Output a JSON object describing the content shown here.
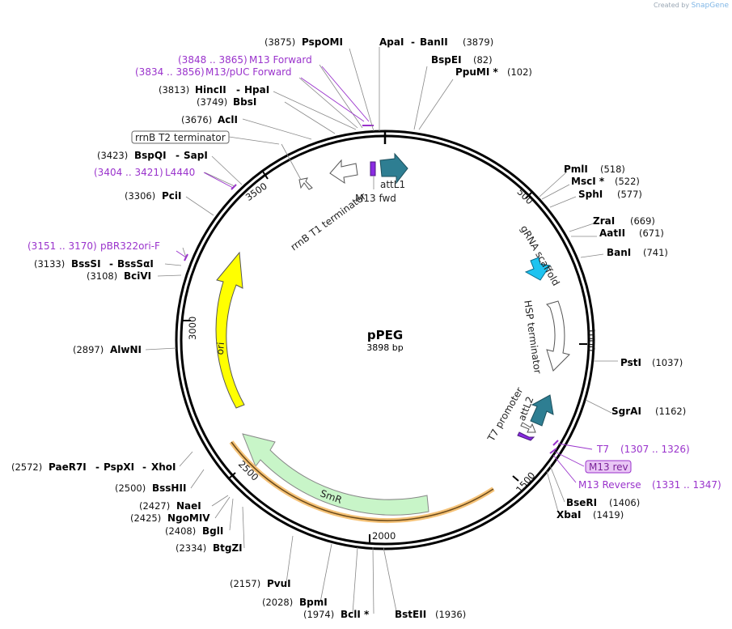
{
  "credit": {
    "prefix": "Created by",
    "brand": "SnapGene"
  },
  "plasmid": {
    "name": "pPEG",
    "length": 3898,
    "length_label": "3898 bp"
  },
  "ticks": [
    {
      "bp": 500,
      "label": "500"
    },
    {
      "bp": 1000,
      "label": "1000"
    },
    {
      "bp": 1500,
      "label": "1500"
    },
    {
      "bp": 2000,
      "label": "2000"
    },
    {
      "bp": 2500,
      "label": "2500"
    },
    {
      "bp": 3000,
      "label": "3000"
    },
    {
      "bp": 3500,
      "label": "3500"
    }
  ],
  "sites": [
    {
      "bp": 3879,
      "names": [
        "ApaI",
        "BanII"
      ],
      "pos": "(3879)"
    },
    {
      "bp": 3875,
      "names": [
        "PspOMI"
      ],
      "pos": "(3875)"
    },
    {
      "bp": 82,
      "names": [
        "BspEI"
      ],
      "pos": "(82)"
    },
    {
      "bp": 102,
      "names": [
        "PpuMI *"
      ],
      "pos": "(102)"
    },
    {
      "bp": 3813,
      "names": [
        "HincII",
        "HpaI"
      ],
      "pos": "(3813)"
    },
    {
      "bp": 3749,
      "names": [
        "BbsI"
      ],
      "pos": "(3749)"
    },
    {
      "bp": 3676,
      "names": [
        "AclI"
      ],
      "pos": "(3676)"
    },
    {
      "bp": 3423,
      "names": [
        "BspQI",
        "SapI"
      ],
      "pos": "(3423)"
    },
    {
      "bp": 3306,
      "names": [
        "PciI"
      ],
      "pos": "(3306)"
    },
    {
      "bp": 3133,
      "names": [
        "BssSI",
        "BssSαI"
      ],
      "pos": "(3133)"
    },
    {
      "bp": 3108,
      "names": [
        "BciVI"
      ],
      "pos": "(3108)"
    },
    {
      "bp": 2897,
      "names": [
        "AlwNI"
      ],
      "pos": "(2897)"
    },
    {
      "bp": 2572,
      "names": [
        "PaeR7I",
        "PspXI",
        "XhoI"
      ],
      "pos": "(2572)"
    },
    {
      "bp": 2500,
      "names": [
        "BssHII"
      ],
      "pos": "(2500)"
    },
    {
      "bp": 2427,
      "names": [
        "NaeI"
      ],
      "pos": "(2427)"
    },
    {
      "bp": 2425,
      "names": [
        "NgoMIV"
      ],
      "pos": "(2425)"
    },
    {
      "bp": 2408,
      "names": [
        "BglI"
      ],
      "pos": "(2408)"
    },
    {
      "bp": 2334,
      "names": [
        "BtgZI"
      ],
      "pos": "(2334)"
    },
    {
      "bp": 2157,
      "names": [
        "PvuI"
      ],
      "pos": "(2157)"
    },
    {
      "bp": 2028,
      "names": [
        "BpmI"
      ],
      "pos": "(2028)"
    },
    {
      "bp": 1974,
      "names": [
        "BclI *"
      ],
      "pos": "(1974)"
    },
    {
      "bp": 1936,
      "names": [
        "BstEII"
      ],
      "pos": "(1936)"
    },
    {
      "bp": 518,
      "names": [
        "PmlI"
      ],
      "pos": "(518)"
    },
    {
      "bp": 522,
      "names": [
        "MscI *"
      ],
      "pos": "(522)"
    },
    {
      "bp": 577,
      "names": [
        "SphI"
      ],
      "pos": "(577)"
    },
    {
      "bp": 669,
      "names": [
        "ZraI"
      ],
      "pos": "(669)"
    },
    {
      "bp": 671,
      "names": [
        "AatII"
      ],
      "pos": "(671)"
    },
    {
      "bp": 741,
      "names": [
        "BanI"
      ],
      "pos": "(741)"
    },
    {
      "bp": 1037,
      "names": [
        "PstI"
      ],
      "pos": "(1037)"
    },
    {
      "bp": 1162,
      "names": [
        "SgrAI"
      ],
      "pos": "(1162)"
    },
    {
      "bp": 1406,
      "names": [
        "BseRI"
      ],
      "pos": "(1406)"
    },
    {
      "bp": 1419,
      "names": [
        "XbaI"
      ],
      "pos": "(1419)"
    }
  ],
  "primers": [
    {
      "name": "M13 Forward",
      "range": "(3848 .. 3865)"
    },
    {
      "name": "M13/pUC Forward",
      "range": "(3834 .. 3856)"
    },
    {
      "name": "L4440",
      "range": "(3404 .. 3421)"
    },
    {
      "name": "pBR322ori-F",
      "range": "(3151 .. 3170)"
    },
    {
      "name": "T7",
      "range": "(1307 .. 1326)"
    },
    {
      "name": "M13 Reverse",
      "range": "(1331 .. 1347)"
    },
    {
      "name": "M13 rev",
      "range": ""
    }
  ],
  "features": [
    {
      "name": "attL1",
      "color": "#2e7e92"
    },
    {
      "name": "M13 fwd",
      "color": "#8a2be2"
    },
    {
      "name": "rrnB T1 terminator",
      "color": "#ffffff"
    },
    {
      "name": "rrnB T2 terminator",
      "color": "#ffffff"
    },
    {
      "name": "gRNA scaffold",
      "color": "#1ec3f0"
    },
    {
      "name": "HSP terminator",
      "color": "#ffffff"
    },
    {
      "name": "attL2",
      "color": "#2e7e92"
    },
    {
      "name": "T7 promoter",
      "color": "#ffffff"
    },
    {
      "name": "ori",
      "color": "#ffff00"
    },
    {
      "name": "SmR",
      "color": "#c8f5c8"
    }
  ]
}
